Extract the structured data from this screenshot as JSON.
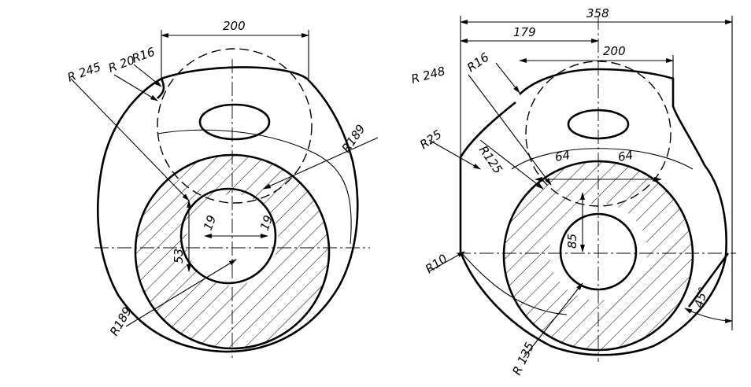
{
  "left_view": {
    "dims": {
      "width_200": "200",
      "r16": "R16",
      "r20": "R 20",
      "r245": "R 245",
      "r189_top": "R189",
      "r189_bottom": "R189",
      "d19_left": "19",
      "d19_right": "19",
      "d53": "53"
    }
  },
  "right_view": {
    "dims": {
      "width_358": "358",
      "width_179": "179",
      "width_200": "200",
      "r248": "R 248",
      "r16": "R16",
      "r25": "R25",
      "r125": "R125",
      "d64_left": "64",
      "d64_right": "64",
      "d85": "85",
      "r10": "R10",
      "r135": "R 135",
      "angle45": "45°"
    }
  }
}
